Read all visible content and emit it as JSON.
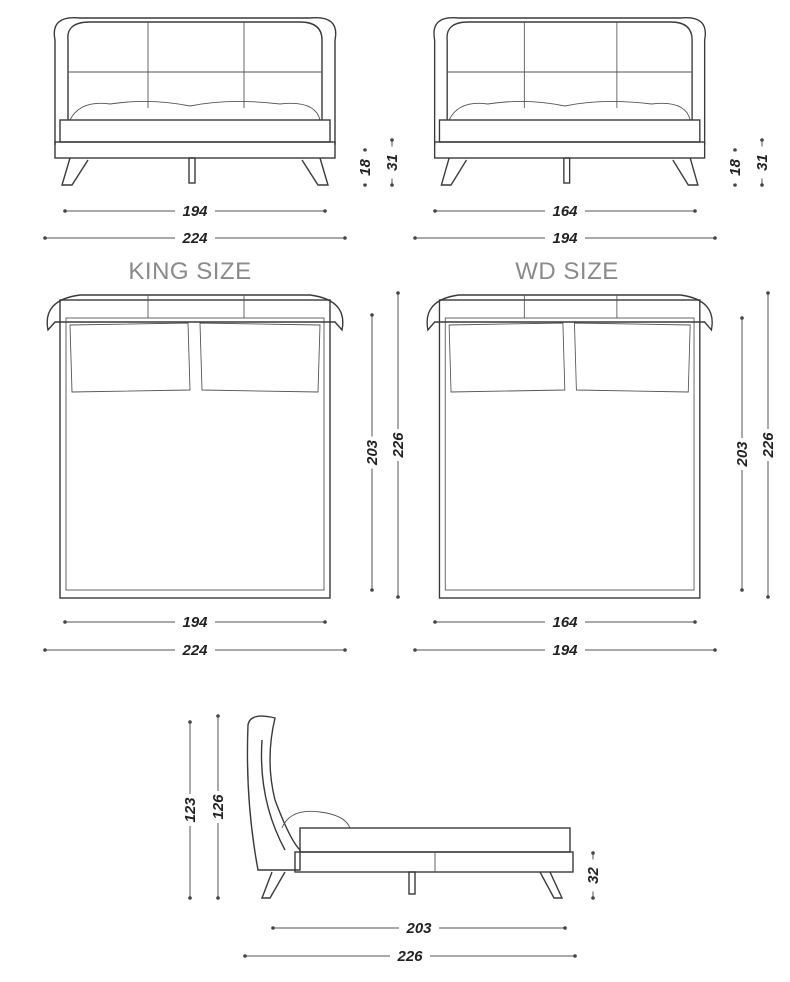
{
  "titles": {
    "king": "KING SIZE",
    "wd": "WD SIZE"
  },
  "king_front": {
    "leg_height": "18",
    "seat_height": "31",
    "inner_width": "194",
    "outer_width": "224"
  },
  "wd_front": {
    "leg_height": "18",
    "seat_height": "31",
    "inner_width": "164",
    "outer_width": "194"
  },
  "king_plan": {
    "inner_length": "203",
    "outer_length": "226",
    "inner_width": "194",
    "outer_width": "224"
  },
  "wd_plan": {
    "inner_length": "203",
    "outer_length": "226",
    "inner_width": "164",
    "outer_width": "194"
  },
  "side": {
    "headboard_height": "123",
    "total_height": "126",
    "frame_height": "32",
    "inner_length": "203",
    "outer_length": "226"
  }
}
